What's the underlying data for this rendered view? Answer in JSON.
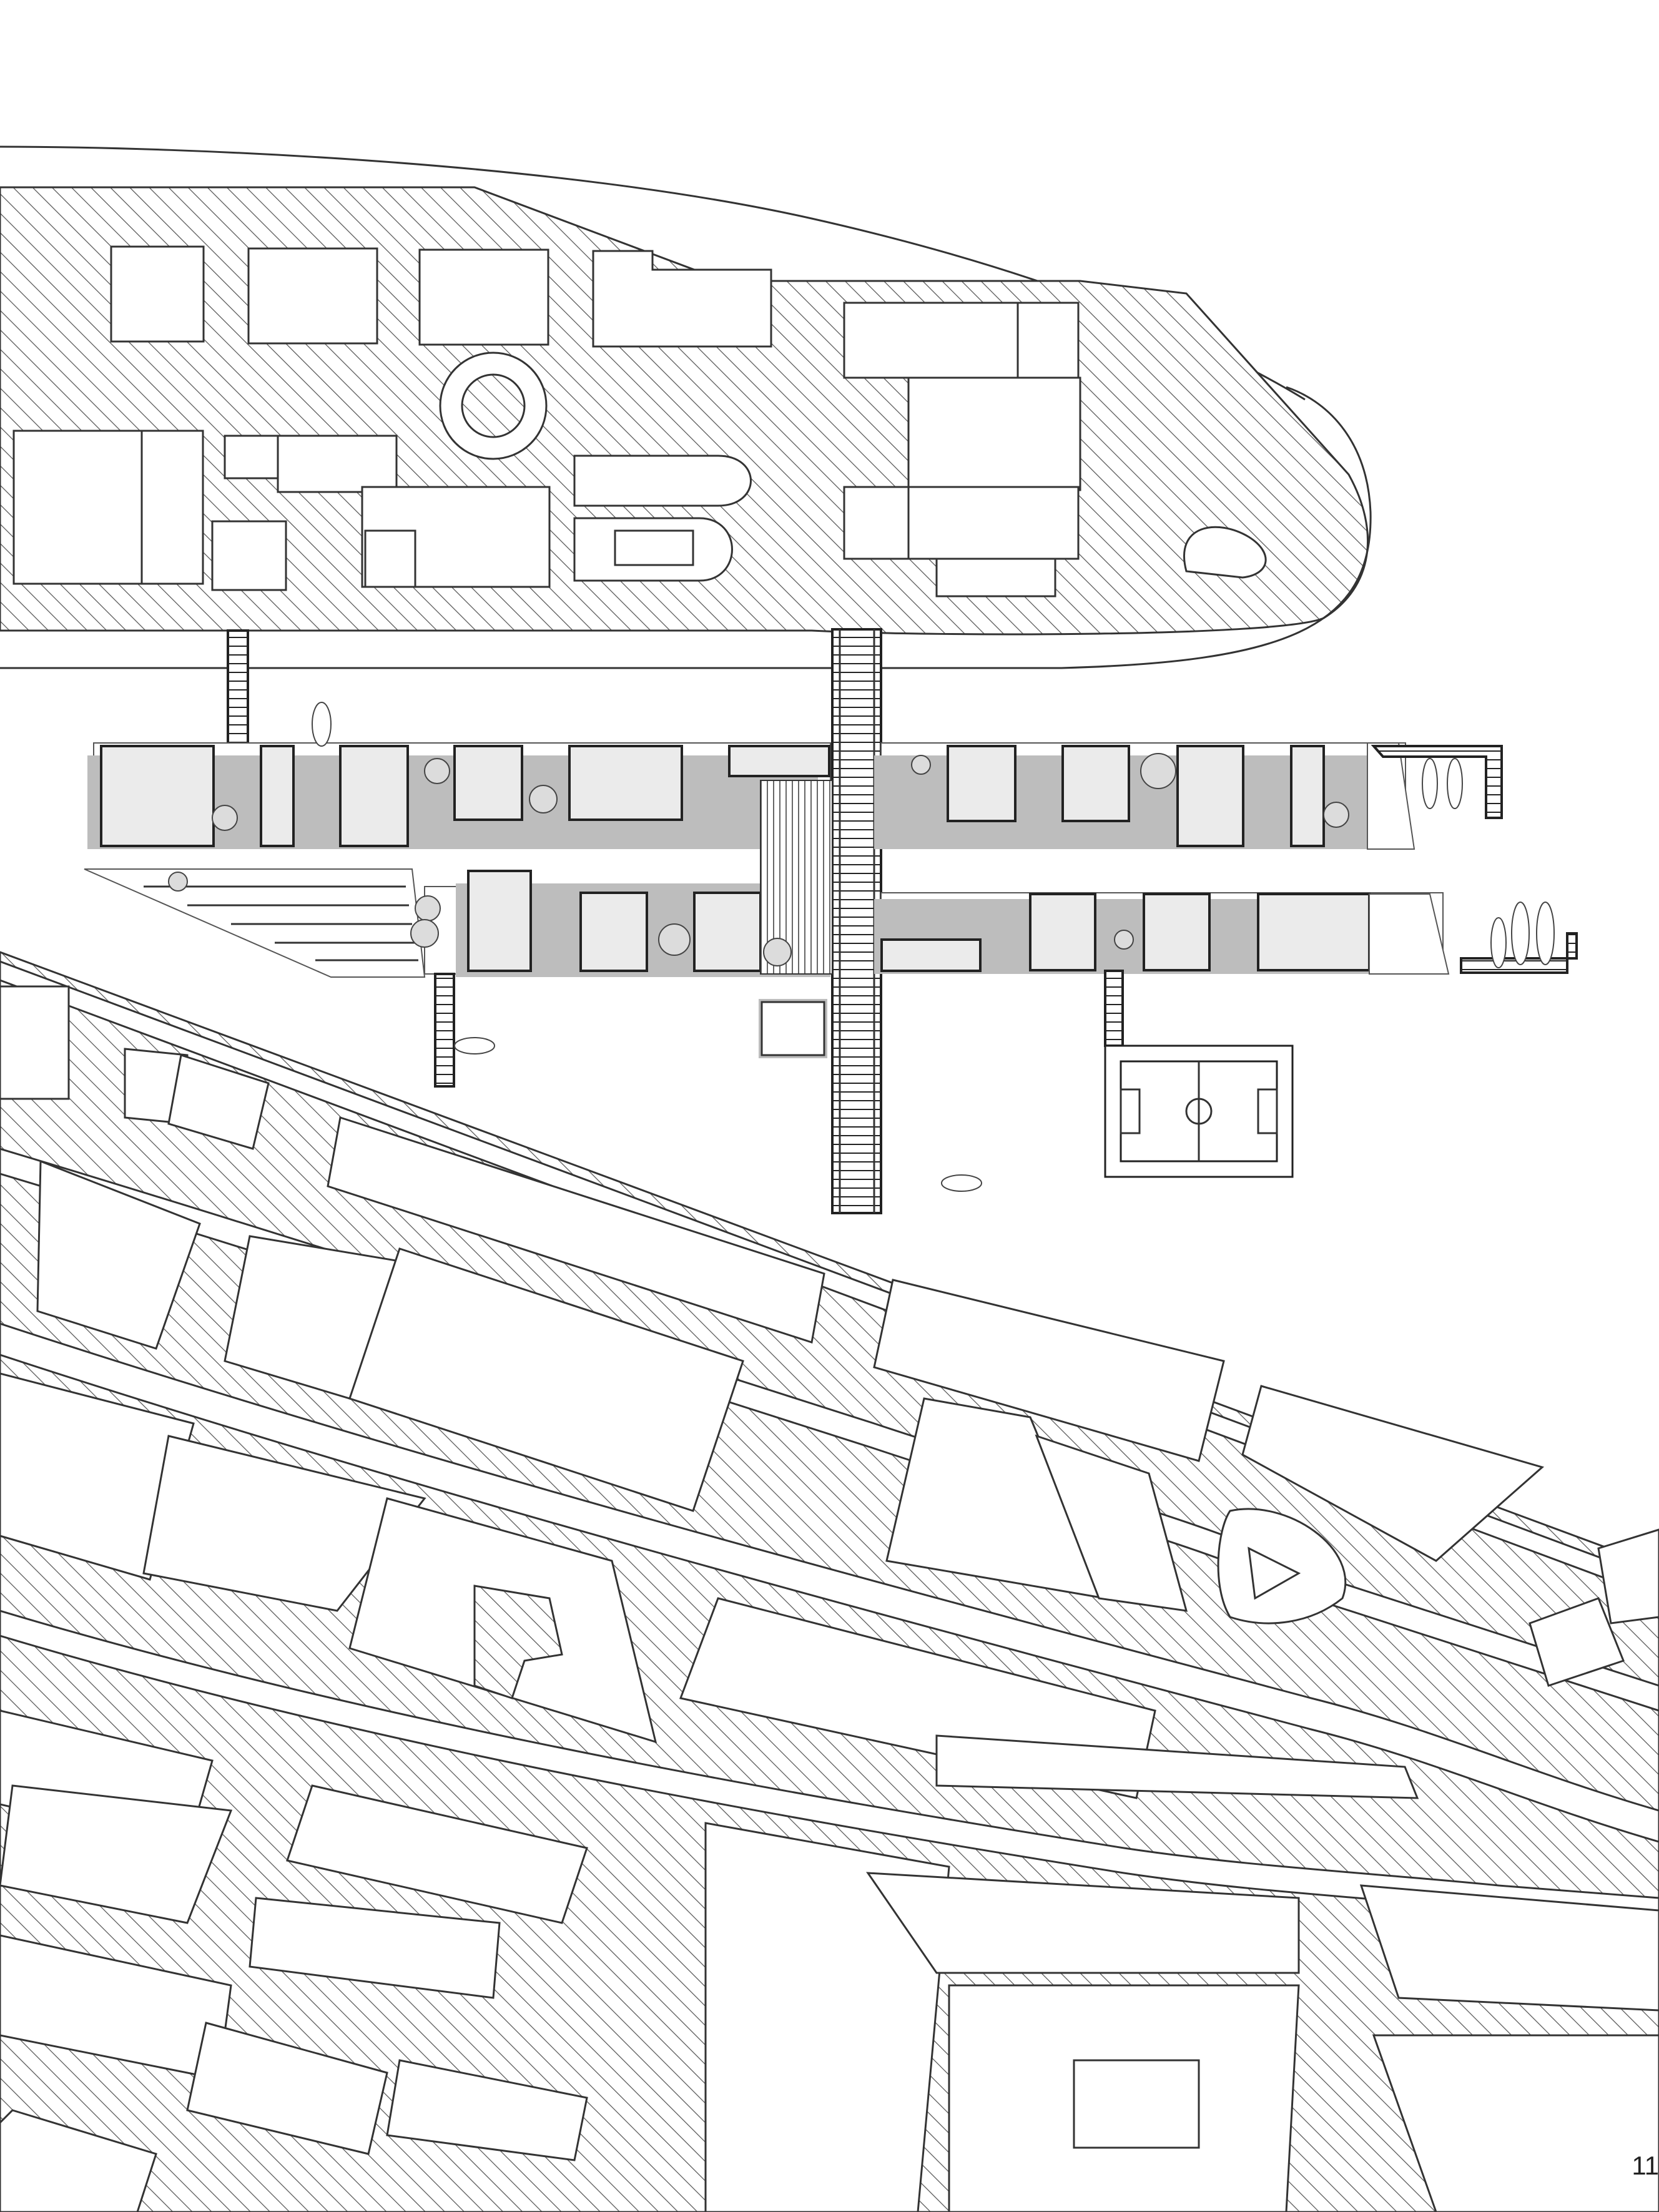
{
  "page": {
    "number": "11"
  },
  "plan": {
    "type": "site-plan",
    "elements": [
      "hatched-city-blocks",
      "floating-houses",
      "pedestrian-bridge",
      "football-pitch",
      "boat-docks",
      "trees",
      "boats"
    ]
  },
  "colors": {
    "line": "#333333",
    "hatch": "#555555",
    "building-fill": "#ebebeb",
    "shadow": "#bdbdbd",
    "water": "#ffffff"
  }
}
